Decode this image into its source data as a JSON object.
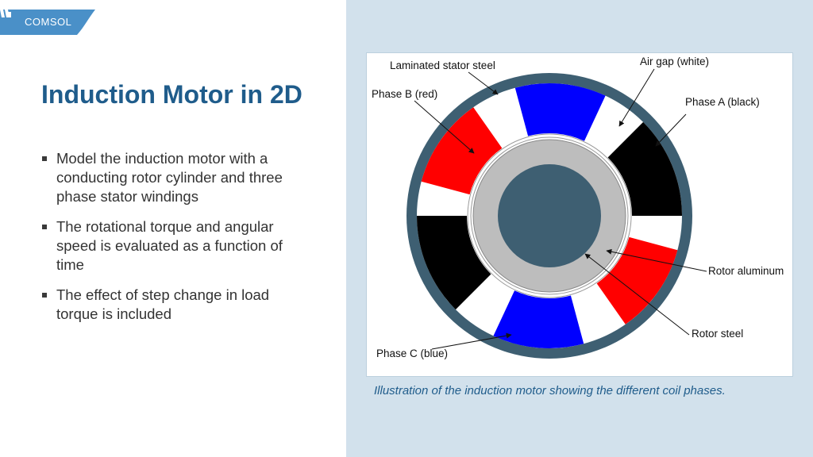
{
  "header": {
    "logo_text": "COMSOL",
    "accent_color": "#4a90c8"
  },
  "slide": {
    "title": "Induction Motor in 2D",
    "bullets": [
      "Model the induction motor with a conducting rotor cylinder and three phase stator windings",
      "The rotational torque and angular speed is evaluated as a function of time",
      "The effect of step change in load torque is included"
    ]
  },
  "figure": {
    "labels": {
      "laminated": "Laminated stator steel",
      "airgap": "Air gap (white)",
      "phase_b": "Phase B (red)",
      "phase_a": "Phase A (black)",
      "rotor_al": "Rotor aluminum",
      "rotor_steel": "Rotor steel",
      "phase_c": "Phase C (blue)"
    },
    "colors": {
      "stator": "#3e5f72",
      "phase_a": "#000000",
      "phase_b": "#ff0000",
      "phase_c": "#0000ff",
      "rotor_aluminum": "#bdbdbd",
      "rotor_steel": "#3e5f72"
    },
    "caption": "Illustration of the induction motor showing the different coil phases."
  }
}
